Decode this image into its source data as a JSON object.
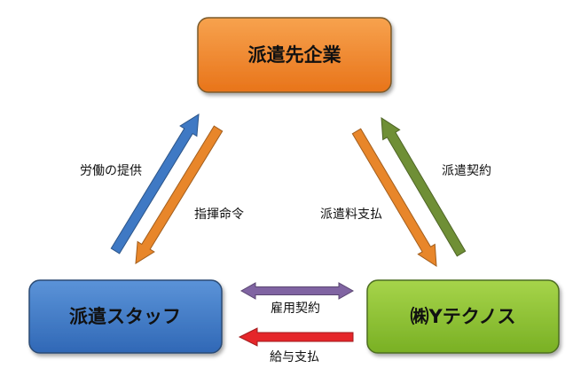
{
  "nodes": {
    "client": {
      "label": "派遣先企業",
      "color_top": "#f7a24e",
      "color_bottom": "#e8741a",
      "border": "#7a5a2a"
    },
    "staff": {
      "label": "派遣スタッフ",
      "color_top": "#5b93d8",
      "color_bottom": "#3068b6",
      "border": "#2c4b75"
    },
    "agency": {
      "label": "㈱Yテクノス",
      "color_top": "#a6d44a",
      "color_bottom": "#79b024",
      "border": "#4e6e22"
    }
  },
  "edges": {
    "labor_provision": {
      "label": "労働の提供",
      "color": "#3f79c4"
    },
    "instructions": {
      "label": "指揮命令",
      "color": "#e8862a"
    },
    "dispatch_fee": {
      "label": "派遣料支払",
      "color": "#e8862a"
    },
    "dispatch_contract": {
      "label": "派遣契約",
      "color": "#6f8f36"
    },
    "employment_contract": {
      "label": "雇用契約",
      "color": "#8064a2"
    },
    "salary_payment": {
      "label": "給与支払",
      "color": "#e5262a"
    }
  }
}
